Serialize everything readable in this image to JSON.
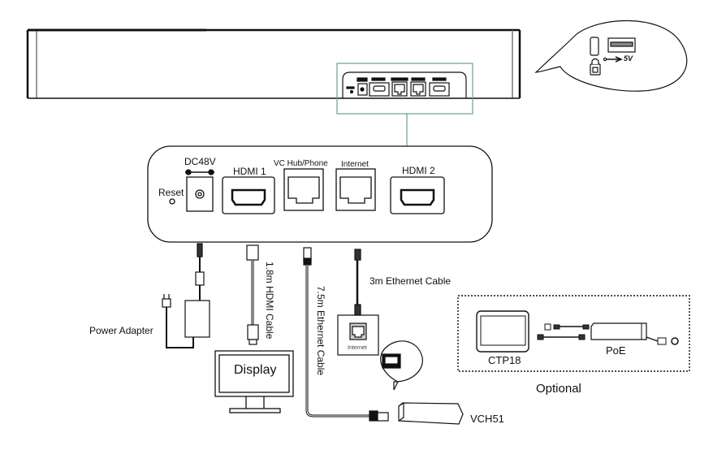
{
  "device_panel": {
    "power_label": "DC48V",
    "reset_label": "Reset",
    "ports": [
      {
        "label": "HDMI 1"
      },
      {
        "label": "VC Hub/Phone"
      },
      {
        "label": "Internet"
      },
      {
        "label": "HDMI 2"
      }
    ]
  },
  "callout": {
    "usb_voltage": "5V"
  },
  "cables": {
    "hdmi": "1.8m HDMI Cable",
    "ethernet_long": "7.5m Ethernet Cable",
    "ethernet_short": "3m Ethernet Cable"
  },
  "devices": {
    "power_adapter": "Power Adapter",
    "display": "Display",
    "wall_jack": "Internet",
    "vch": "VCH51",
    "ctp": "CTP18",
    "poe": "PoE",
    "optional": "Optional"
  },
  "colors": {
    "zoom_frame": "#6f9c96",
    "line": "#111111"
  }
}
